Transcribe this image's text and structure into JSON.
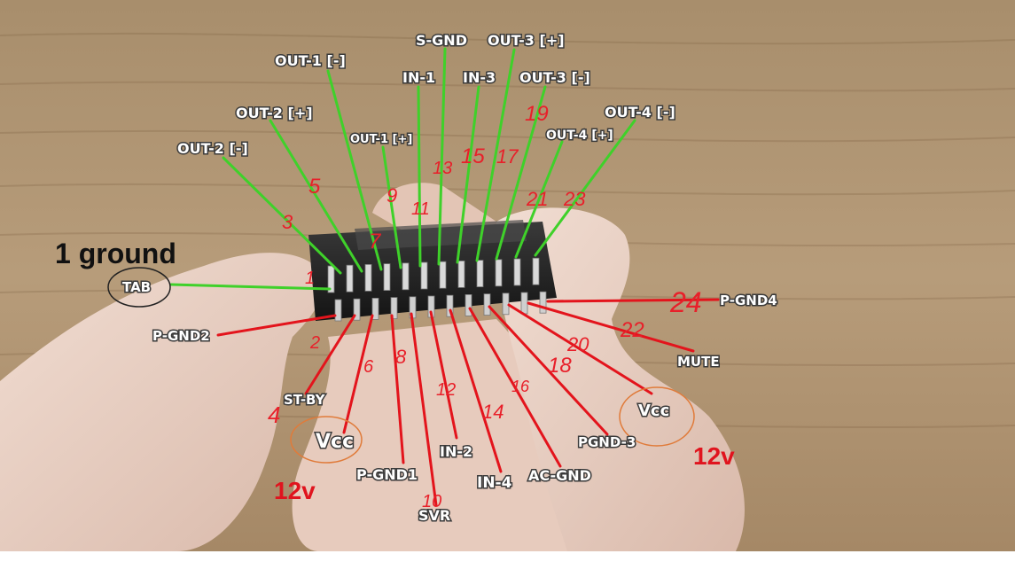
{
  "title_note": "1 ground",
  "labels": {
    "tab": "TAB",
    "out2_minus": "OUT-2 [-]",
    "out2_plus": "OUT-2 [+]",
    "out1_minus": "OUT-1 [-]",
    "out1_plus": "OUT-1 [+]",
    "in1": "IN-1",
    "sgnd": "S-GND",
    "in3": "IN-3",
    "out3_plus": "OUT-3 [+]",
    "out3_minus": "OUT-3 [-]",
    "out4_plus": "OUT-4 [+]",
    "out4_minus": "OUT-4 [-]",
    "pgnd2": "P-GND2",
    "stby": "ST-BY",
    "vcc_left": "Vcc",
    "pgnd1": "P-GND1",
    "svr": "SVR",
    "in2": "IN-2",
    "in4": "IN-4",
    "acgnd": "AC-GND",
    "pgnd3": "PGND-3",
    "vcc_right": "Vcc",
    "mute": "MUTE",
    "pgnd4": "P-GND4"
  },
  "voltage_left": "12v",
  "voltage_right": "12v",
  "pin_numbers": {
    "p1": "1",
    "p2": "2",
    "p3": "3",
    "p4": "4",
    "p5": "5",
    "p6": "6",
    "p7": "7",
    "p8": "8",
    "p9": "9",
    "p10": "10",
    "p11": "11",
    "p12": "12",
    "p13": "13",
    "p14": "14",
    "p15": "15",
    "p16": "16",
    "p17": "17",
    "p18": "18",
    "p19": "19",
    "p20": "20",
    "p21": "21",
    "p22": "22",
    "p23": "23",
    "p24": "24"
  },
  "colors": {
    "odd_wire": "#3fd12a",
    "even_wire": "#e3141c",
    "annotation": "#e8202a",
    "circle": "#e07b3a"
  }
}
